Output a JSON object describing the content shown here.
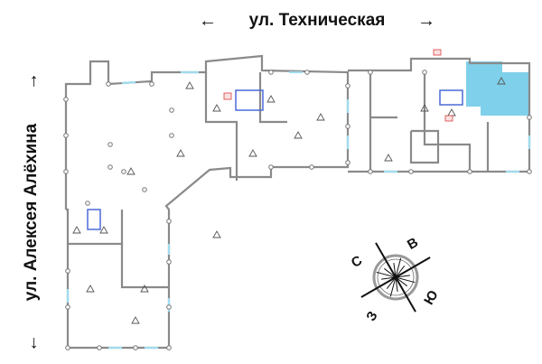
{
  "streets": {
    "top": {
      "label": "ул. Техническая",
      "arrow_left": "←",
      "arrow_right": "→"
    },
    "left": {
      "label": "ул. Алексея Алёхина",
      "arrow_up": "→",
      "arrow_down": "←"
    }
  },
  "compass": {
    "north": "С",
    "east": "В",
    "south": "Ю",
    "west": "З"
  },
  "colors": {
    "wall": "#8a8a8a",
    "highlight": "#7fd0ea",
    "window": "#9fdcef",
    "fixture": "#e070e0",
    "elevator": "#4a6ad8",
    "exit": "#d84040"
  }
}
